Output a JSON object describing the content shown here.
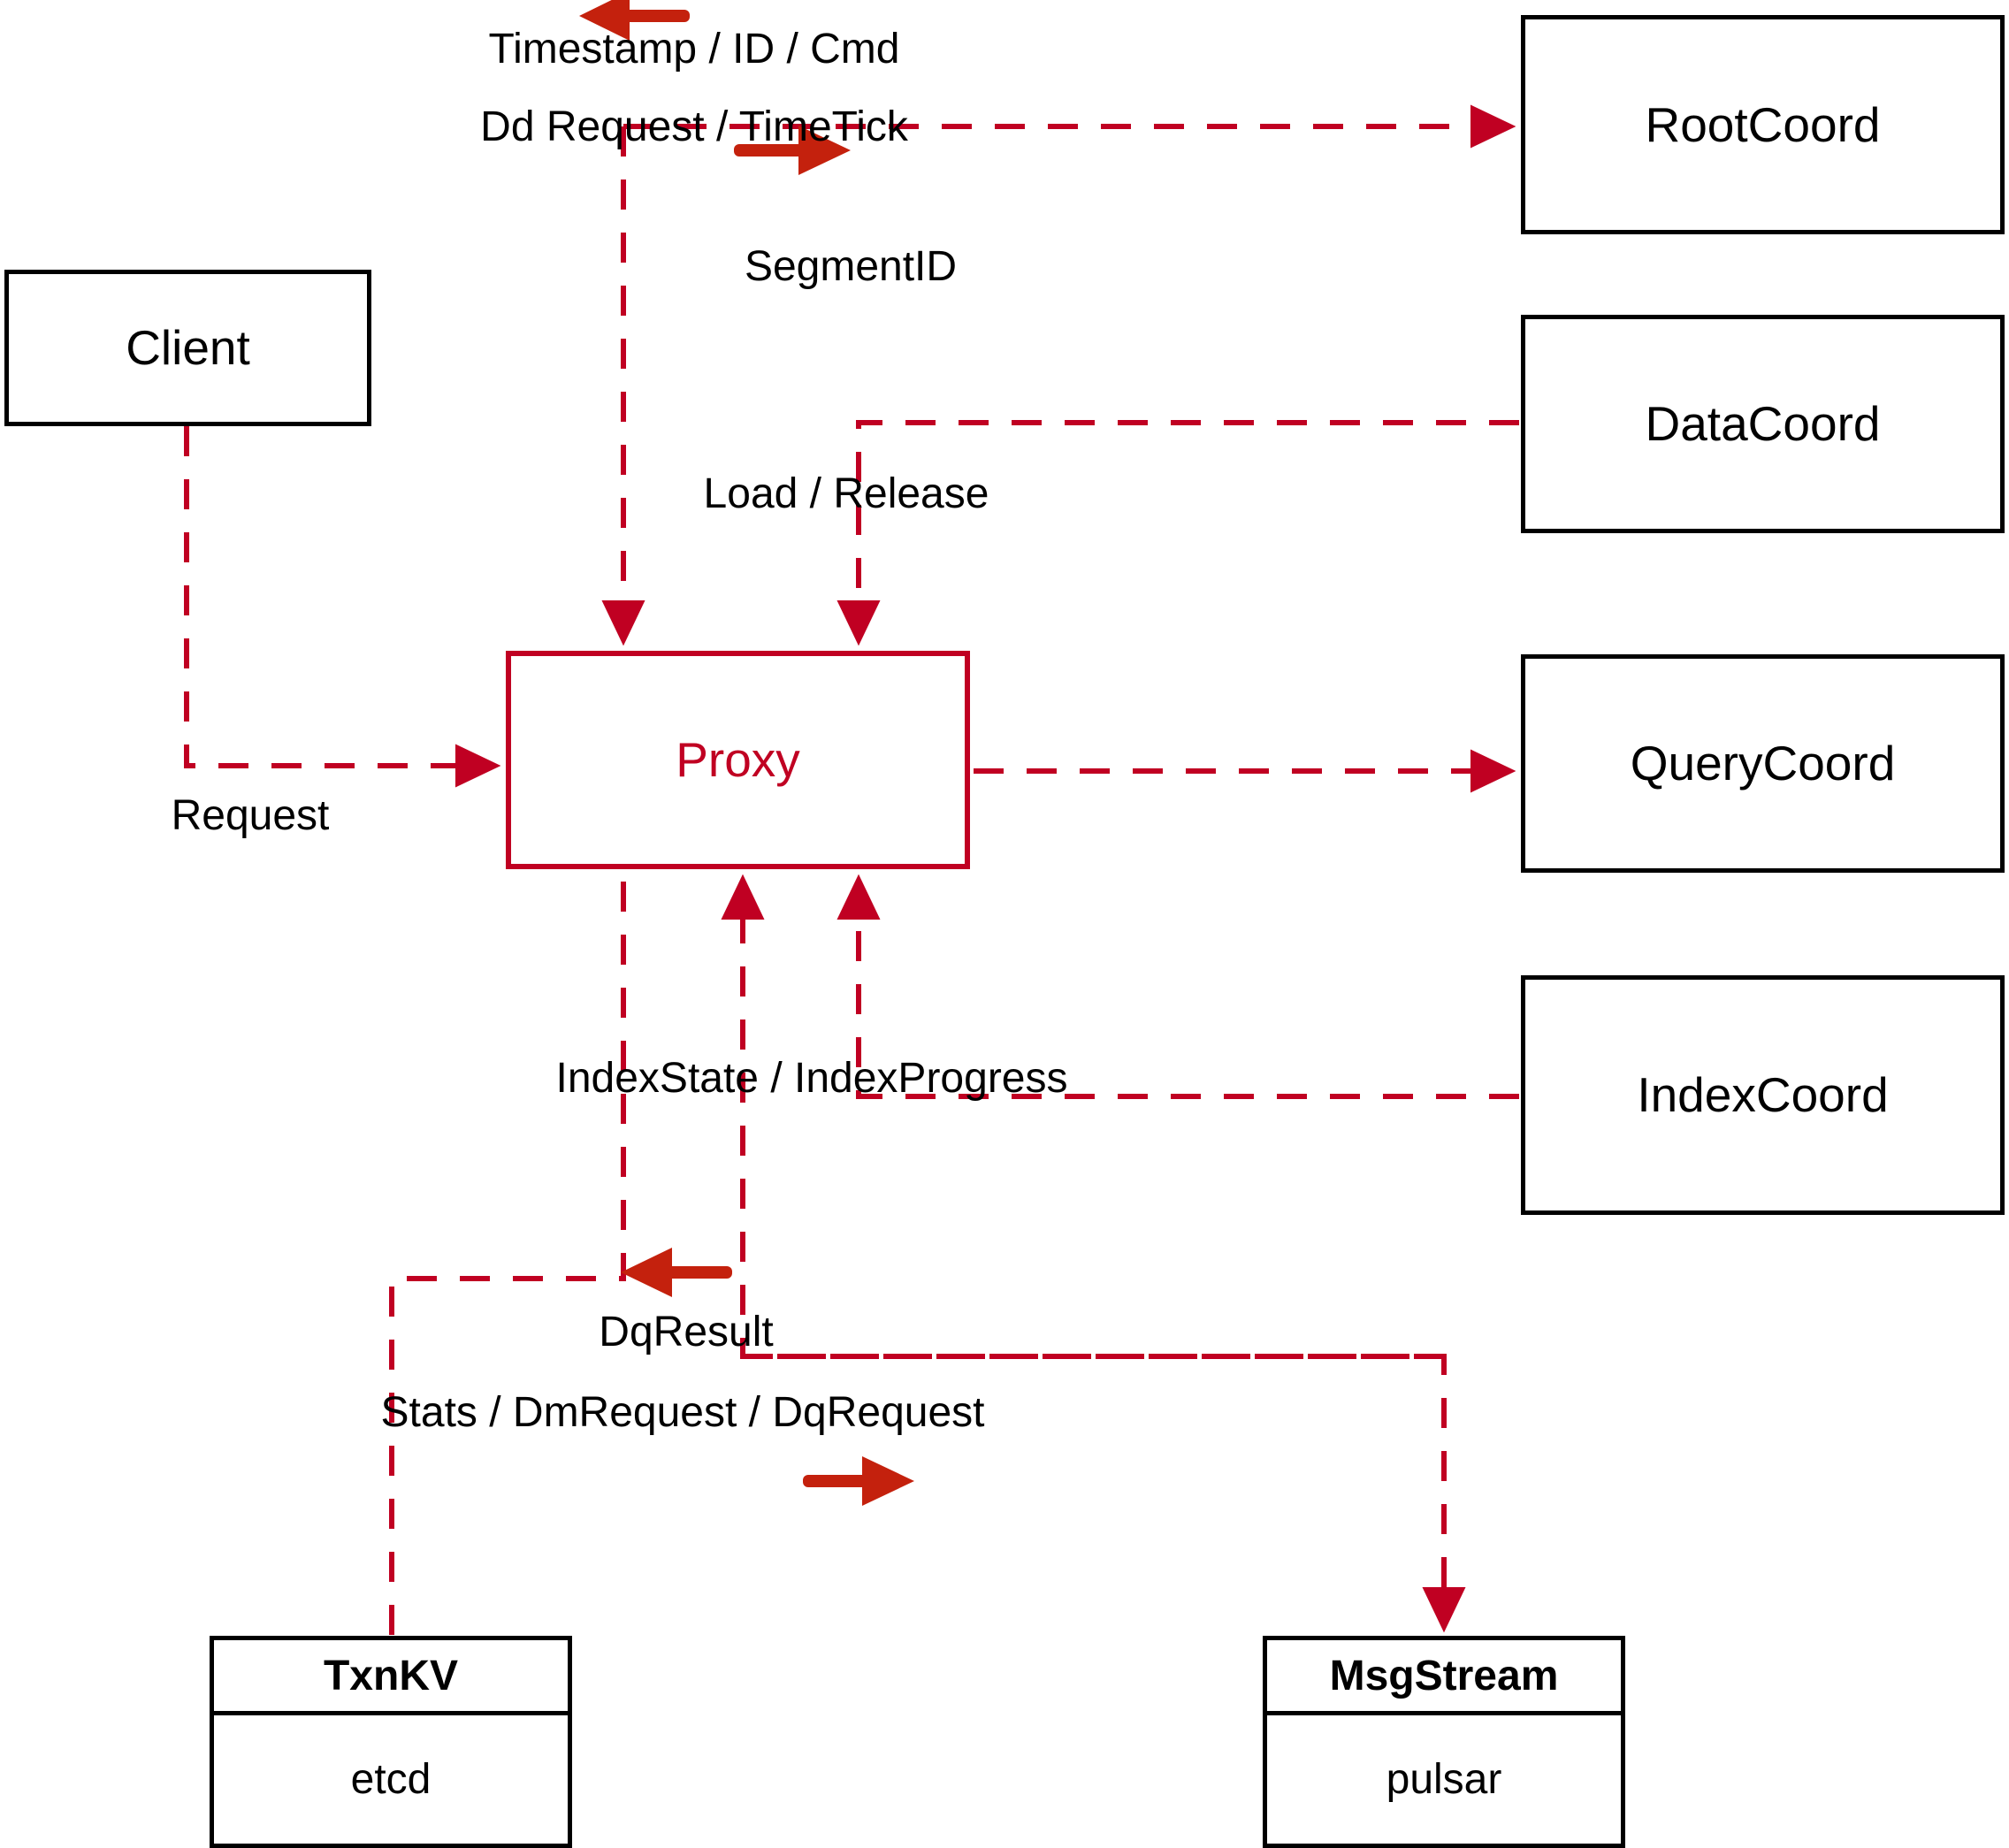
{
  "diagram": {
    "title": "Proxy component interaction diagram",
    "colors": {
      "edge_red": "#c00022",
      "arrow_red": "#c4210d",
      "node_stroke": "#000000",
      "background": "#ffffff"
    },
    "nodes": {
      "client": {
        "label": "Client"
      },
      "proxy": {
        "label": "Proxy"
      },
      "root_coord": {
        "label": "RootCoord"
      },
      "data_coord": {
        "label": "DataCoord"
      },
      "query_coord": {
        "label": "QueryCoord"
      },
      "index_coord": {
        "label": "IndexCoord"
      },
      "txn_kv": {
        "header": "TxnKV",
        "body": "etcd"
      },
      "msg_stream": {
        "header": "MsgStream",
        "body": "pulsar"
      }
    },
    "edges": [
      {
        "id": "client-request",
        "label": "Request",
        "from": "client",
        "to": "proxy"
      },
      {
        "id": "rootcoord-response",
        "label": "Timestamp / ID / Cmd",
        "from": "root_coord",
        "to": "proxy"
      },
      {
        "id": "rootcoord-request",
        "label": "Dd Request / TimeTick",
        "from": "proxy",
        "to": "root_coord"
      },
      {
        "id": "datacoord-segmentid",
        "label": "SegmentID",
        "from": "data_coord",
        "to": "proxy"
      },
      {
        "id": "querycoord-load",
        "label": "Load / Release",
        "from": "proxy",
        "to": "query_coord"
      },
      {
        "id": "indexcoord-state",
        "label": "IndexState / IndexProgress",
        "from": "index_coord",
        "to": "proxy"
      },
      {
        "id": "msgstream-dqresult",
        "label": "DqResult",
        "from": "msg_stream",
        "to": "proxy"
      },
      {
        "id": "msgstream-request",
        "label": "Stats / DmRequest / DqRequest",
        "from": "proxy",
        "to": "msg_stream"
      },
      {
        "id": "txnkv-link",
        "label": "",
        "from": "proxy",
        "to": "txn_kv"
      }
    ]
  }
}
